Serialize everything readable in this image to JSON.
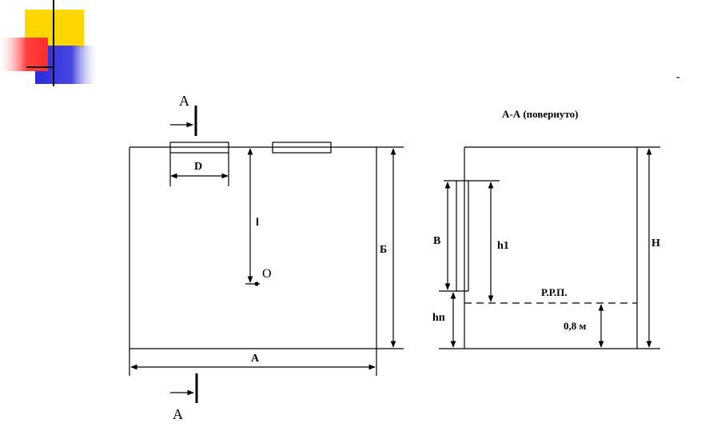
{
  "colors": {
    "deco_yellow": "#ffd400",
    "deco_red": "#ff2b2b",
    "deco_blue": "#2b2bdc",
    "line": "#000000",
    "rule": "#9a9a9a"
  },
  "plan": {
    "section_mark_top": "А",
    "section_mark_bottom": "А",
    "dim_D": "D",
    "dim_l": "l",
    "point_O": "O",
    "dim_B_side": "Б",
    "dim_A_width": "А"
  },
  "section": {
    "title": "А-А (повернуто)",
    "dim_B": "В",
    "dim_h1": "h1",
    "dim_H": "Н",
    "rrp_label": "Р.Р.П.",
    "dim_hp": "hп",
    "dim_08": "0,8 м"
  },
  "misc": {
    "dash_mark": "-"
  }
}
